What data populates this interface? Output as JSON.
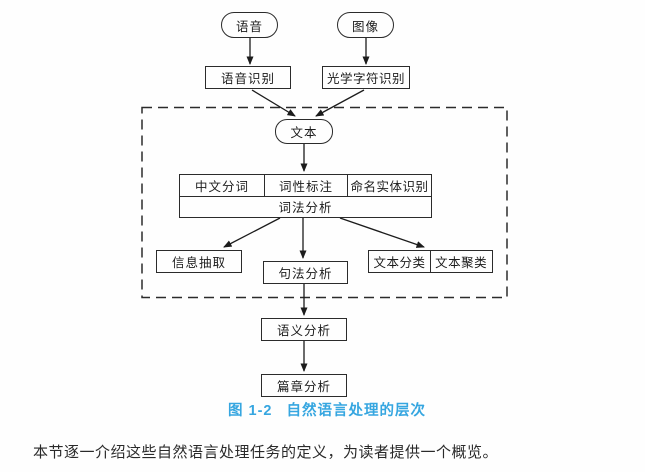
{
  "figure": {
    "nodes": {
      "speech": "语音",
      "image": "图像",
      "speech_recognition": "语音识别",
      "ocr": "光学字符识别",
      "text": "文本",
      "word_segmentation": "中文分词",
      "pos_tagging": "词性标注",
      "ner": "命名实体识别",
      "lexical_analysis": "词法分析",
      "information_extraction": "信息抽取",
      "syntactic_analysis": "句法分析",
      "text_classification": "文本分类",
      "text_clustering": "文本聚类",
      "semantic_analysis": "语义分析",
      "discourse_analysis": "篇章分析"
    },
    "caption": {
      "number": "图 1-2",
      "title": "自然语言处理的层次",
      "color": "#36a6e0"
    },
    "line_color": "#2b2b2b"
  },
  "paragraph": "本节逐一介绍这些自然语言处理任务的定义，为读者提供一个概览。"
}
